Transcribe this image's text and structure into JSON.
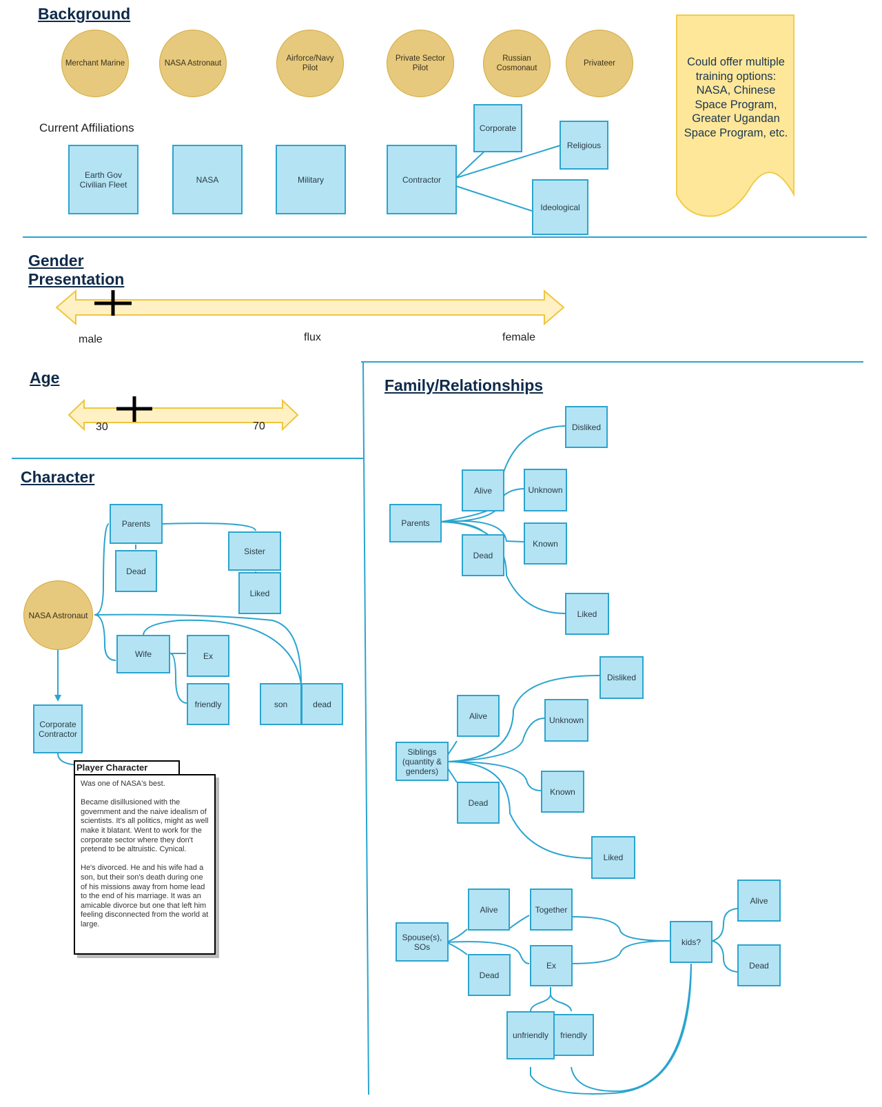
{
  "sections": {
    "background": "Background",
    "gender": "Gender \nPresentation",
    "age": "Age",
    "character": "Character",
    "family": "Family/Relationships"
  },
  "current_affiliations_label": "Current Affiliations",
  "backgrounds": [
    "Merchant Marine",
    "NASA Astronaut",
    "Airforce/Navy\nPilot",
    "Private Sector\nPilot",
    "Russian\nCosmonaut",
    "Privateer"
  ],
  "affiliations": [
    "Earth Gov\nCivilian Fleet",
    "NASA",
    "Military",
    "Contractor"
  ],
  "contractor_types": [
    "Corporate",
    "Religious",
    "Ideological"
  ],
  "note": "Could offer multiple training options: NASA, Chinese Space Program, Greater Ugandan Space Program, etc.",
  "gender_scale": {
    "labels": [
      "male",
      "flux",
      "female"
    ],
    "marker_position": 0.1
  },
  "age_scale": {
    "min_label": "30",
    "max_label": "70",
    "marker_value": 36
  },
  "character": {
    "root": "NASA Astronaut",
    "parents": "Parents",
    "parents_state": "Dead",
    "sister": "Sister",
    "sister_state": "Liked",
    "wife": "Wife",
    "wife_status": "Ex",
    "wife_relation": "friendly",
    "son": "son",
    "son_state": "dead",
    "employer": "Corporate\nContractor",
    "pc_title": "Player Character",
    "pc_text": "Was one of NASA's best.\n\n Became disillusioned with the government and the naive idealism of scientists. It's all politics, might as well make it blatant. Went to work for the corporate sector where they don't pretend to be altruistic. Cynical.\n\nHe's divorced. He and his wife had a son, but their son's death during one of his missions away from home lead to the end of his marriage. It was an amicable divorce but one that left him feeling disconnected from the world at large."
  },
  "family": {
    "parents": {
      "label": "Parents",
      "alive": "Alive",
      "dead": "Dead",
      "disliked": "Disliked",
      "unknown": "Unknown",
      "known": "Known",
      "liked": "Liked"
    },
    "siblings": {
      "label": "Siblings\n(quantity &\ngenders)",
      "alive": "Alive",
      "dead": "Dead",
      "disliked": "Disliked",
      "unknown": "Unknown",
      "known": "Known",
      "liked": "Liked"
    },
    "spouse": {
      "label": "Spouse(s),\nSOs",
      "alive": "Alive",
      "dead": "Dead",
      "together": "Together",
      "ex": "Ex",
      "unfriendly": "unfriendly",
      "friendly": "friendly",
      "kids": "kids?",
      "kids_alive": "Alive",
      "kids_dead": "Dead"
    }
  },
  "colors": {
    "circle_fill": "#e6c97c",
    "box_fill": "#b4e4f4",
    "box_border": "#2aa4cf",
    "note_fill": "#ffe79a",
    "arrow_fill": "#fff1c4"
  }
}
